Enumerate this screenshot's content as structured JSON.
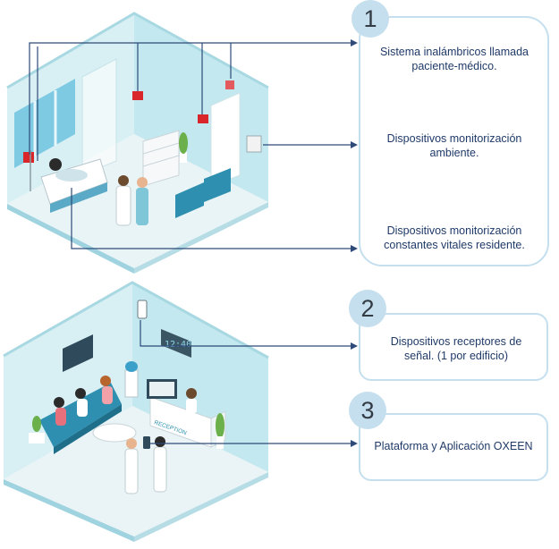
{
  "callouts": [
    {
      "number": "1",
      "items": [
        "Sistema inalámbricos llamada paciente-médico.",
        "Dispositivos monitorización ambiente.",
        "Dispositivos monitorización constantes vitales residente."
      ]
    },
    {
      "number": "2",
      "items": [
        "Dispositivos receptores de señal. (1 por edificio)"
      ]
    },
    {
      "number": "3",
      "items": [
        "Plataforma y Aplicación OXEEN"
      ]
    }
  ],
  "illustration": {
    "clock_display": "12:40",
    "desk_sign": "RECEPTION"
  },
  "colors": {
    "callout_border": "#c5dfee",
    "badge_fill": "#c5dfee",
    "connector": "#2e4a78",
    "text": "#1f3a68",
    "wall_light": "#dff3f6",
    "wall_mid": "#bfe6ee",
    "accent_red": "#d9262b",
    "chair_teal": "#2e8fb0"
  }
}
